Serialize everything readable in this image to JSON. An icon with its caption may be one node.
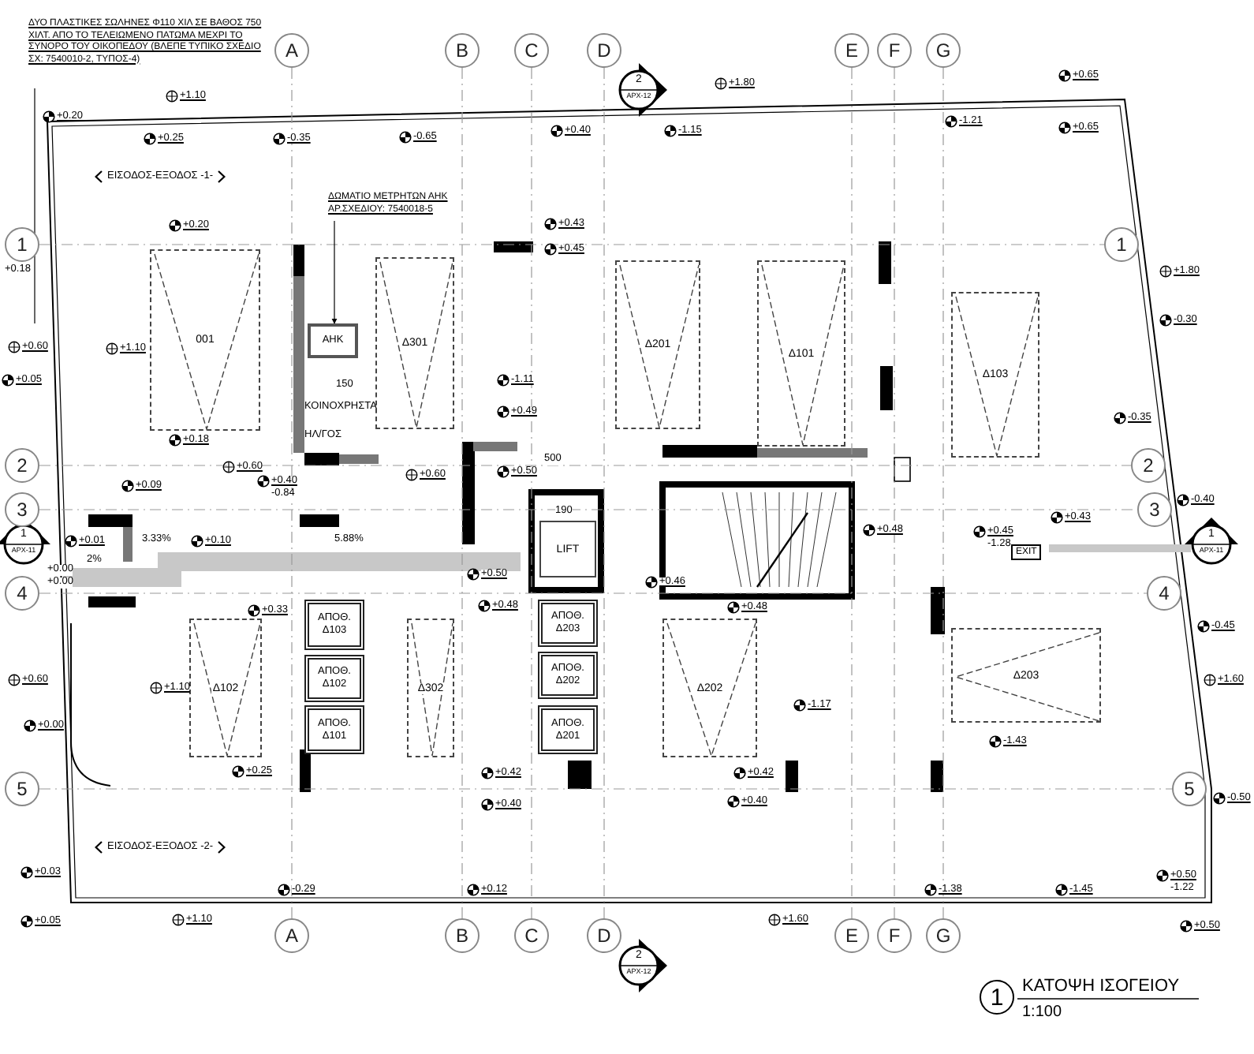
{
  "diagram": {
    "title": "ΚΑΤΟΨΗ ΙΣΟΓΕΙΟΥ",
    "caption": "1:100",
    "nodes": [
      {
        "text": [
          "A"
        ]
      },
      {
        "text": [
          "B"
        ]
      },
      {
        "text": [
          "C"
        ]
      },
      {
        "text": [
          "D"
        ]
      },
      {
        "text": [
          "E"
        ]
      },
      {
        "text": [
          "F"
        ]
      },
      {
        "text": [
          "G"
        ]
      },
      {
        "text": [
          "1"
        ]
      },
      {
        "text": [
          "1"
        ]
      },
      {
        "text": [
          "2"
        ]
      },
      {
        "text": [
          "2"
        ]
      },
      {
        "text": [
          "3"
        ]
      },
      {
        "text": [
          "3"
        ]
      },
      {
        "text": [
          "4"
        ]
      },
      {
        "text": [
          "4"
        ]
      },
      {
        "text": [
          "5"
        ]
      },
      {
        "text": [
          "5"
        ]
      },
      {
        "text": [
          "A"
        ]
      },
      {
        "text": [
          "B"
        ]
      },
      {
        "text": [
          "C"
        ]
      },
      {
        "text": [
          "D"
        ]
      },
      {
        "text": [
          "E"
        ]
      },
      {
        "text": [
          "F"
        ]
      },
      {
        "text": [
          "G"
        ]
      },
      {
        "text": [
          "ΔΥΟ ΠΛΑΣΤΙΚΕΣ ΣΩΛΗΝΕΣ Φ110 ΧΙΛ ΣΕ ΒΑΘΟΣ 750 ΧΙΛΤ. ΑΠΟ ΤΟ ΤΕΛΕΙΩΜΕΝΟ ΠΑΤΩΜΑ ΜΕΧΡΙ ΤΟ ΣΥΝΟΡΟ ΤΟΥ ΟΙΚΟΠΕΔΟΥ (ΒΛΕΠΕ ΤΥΠΙΚΟ ΣΧΕΔΙΟ ΣΧ: 7540010-2, ΤΥΠΟΣ-4)"
        ]
      },
      {
        "text": [
          "ΔΩΜΑΤΙΟ ΜΕΤΡΗΤΩΝ ΑΗΚ ΑΡ.ΣΧΕΔΙΟΥ: 7540018-5"
        ]
      },
      {
        "text": [
          "001"
        ]
      },
      {
        "text": [
          "ΑΗΚ"
        ]
      },
      {
        "text": [
          "Δ301"
        ]
      },
      {
        "text": [
          "Δ201"
        ]
      },
      {
        "text": [
          "Δ101"
        ]
      },
      {
        "text": [
          "Δ103"
        ]
      },
      {
        "text": [
          "ΚΟΙΝΟΧΡΗΣΤΑ"
        ]
      },
      {
        "text": [
          "ΗΛ/ΓΟΣ"
        ]
      },
      {
        "text": [
          "LIFT"
        ]
      },
      {
        "text": [
          "ΑΠΟΘ. Δ103"
        ]
      },
      {
        "text": [
          "ΑΠΟΘ. Δ203"
        ]
      },
      {
        "text": [
          "Δ102"
        ]
      },
      {
        "text": [
          "Δ302"
        ]
      },
      {
        "text": [
          "ΑΠΟΘ. Δ102"
        ]
      },
      {
        "text": [
          "ΑΠΟΘ. Δ202"
        ]
      },
      {
        "text": [
          "Δ202"
        ]
      },
      {
        "text": [
          "Δ203"
        ]
      },
      {
        "text": [
          "ΑΠΟΘ. Δ101"
        ]
      },
      {
        "text": [
          "ΑΠΟΘ. Δ201"
        ]
      }
    ],
    "edges": [
      {
        "from": 0,
        "to": 17,
        "arrow": "none",
        "style": "dashed"
      },
      {
        "from": 1,
        "to": 18,
        "arrow": "none",
        "style": "dashed"
      },
      {
        "from": 2,
        "to": 19,
        "arrow": "none",
        "style": "dashed"
      },
      {
        "from": 3,
        "to": 20,
        "arrow": "none",
        "style": "dashed"
      },
      {
        "from": 4,
        "to": 21,
        "arrow": "none",
        "style": "dashed"
      },
      {
        "from": 5,
        "to": 22,
        "arrow": "none",
        "style": "dashed"
      },
      {
        "from": 6,
        "to": 23,
        "arrow": "none",
        "style": "dashed"
      },
      {
        "from": 7,
        "to": 8,
        "arrow": "none",
        "style": "dashed"
      },
      {
        "from": 9,
        "to": 10,
        "arrow": "none",
        "style": "dashed"
      },
      {
        "from": 11,
        "to": 12,
        "arrow": "none",
        "style": "dashed"
      },
      {
        "from": 13,
        "to": 14,
        "arrow": "none",
        "style": "dashed"
      },
      {
        "from": 15,
        "to": 16,
        "arrow": "none",
        "style": "dashed"
      },
      {
        "from": 24,
        "to": null,
        "arrow": "none",
        "color": "#000000"
      },
      {
        "from": 25,
        "to": 27,
        "arrow": "to",
        "color": "#000000"
      }
    ],
    "labels": [
      "2",
      "+1.80",
      "+0.65",
      "+1.10",
      "ΑΡΧ-12",
      "+0.20",
      "+0.25",
      "-0.35",
      "-0.65",
      "+0.40",
      "-1.15",
      "-1.21",
      "+0.65",
      "ΕΙΣΟΔΟΣ-ΕΞΟΔΟΣ -1-",
      "+0.20",
      "+0.43",
      "+0.45",
      "+0.18",
      "+1.80",
      "-0.30",
      "+0.60",
      "+1.10",
      "+0.05",
      "150",
      "-1.11",
      "+0.49",
      "-0.35",
      "+0.18",
      "+0.09",
      "+0.60",
      "+0.40",
      "-0.84",
      "+0.60",
      "+0.50",
      "500",
      "190",
      "+0.48",
      "+0.45",
      "-1.28",
      "+0.43",
      "-0.40",
      "1",
      "ΑΡΧ-11",
      "+0.01",
      "2%",
      "3.33%",
      "+0.10",
      "5.88%",
      "EXIT",
      "1",
      "ΑΡΧ-11",
      "+0.00",
      "+0.00",
      "+0.50",
      "+0.46",
      "+0.33",
      "+0.48",
      "+0.48",
      "-0.45",
      "+0.60",
      "+1.10",
      "+1.60",
      "-1.17",
      "+0.00",
      "-1.43",
      "+0.25",
      "+0.42",
      "+0.42",
      "+0.40",
      "+0.40",
      "-0.50",
      "ΕΙΣΟΔΟΣ-ΕΞΟΔΟΣ -2-",
      "+0.03",
      "-0.29",
      "+0.12",
      "-1.38",
      "-1.45",
      "+0.50",
      "-1.22",
      "+0.05",
      "+1.10",
      "+1.60",
      "+0.50",
      "2",
      "ΑΡΧ-12",
      "1"
    ]
  }
}
